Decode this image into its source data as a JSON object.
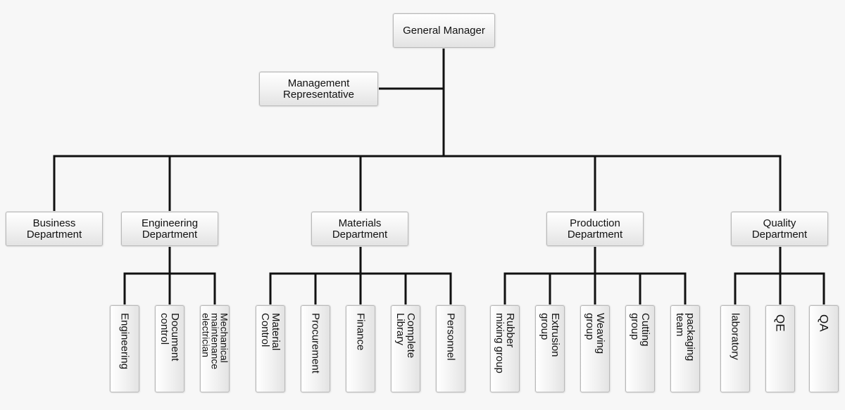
{
  "chart": {
    "top": "General Manager",
    "management_rep": [
      "Management",
      "Representative"
    ],
    "departments": [
      {
        "name": [
          "Business",
          "Department"
        ],
        "units": []
      },
      {
        "name": [
          "Engineering",
          "Department"
        ],
        "units": [
          "Engineering",
          "Document\ncontrol",
          "Mechanical\nmaintenance\nelectrician"
        ]
      },
      {
        "name": [
          "Materials",
          "Department"
        ],
        "units": [
          "Material\nControl",
          "Procurement",
          "Finance",
          "Complete\nLibrary",
          "Personnel"
        ]
      },
      {
        "name": [
          "Production",
          "Department"
        ],
        "units": [
          "Rubber\nmixing group",
          "Extrusion\ngroup",
          "Weaving\ngroup",
          "Cutting\ngroup",
          "packaging\nteam"
        ]
      },
      {
        "name": [
          "Quality",
          "Department"
        ],
        "units": [
          "laboratory",
          "QE",
          "QA"
        ]
      }
    ]
  }
}
